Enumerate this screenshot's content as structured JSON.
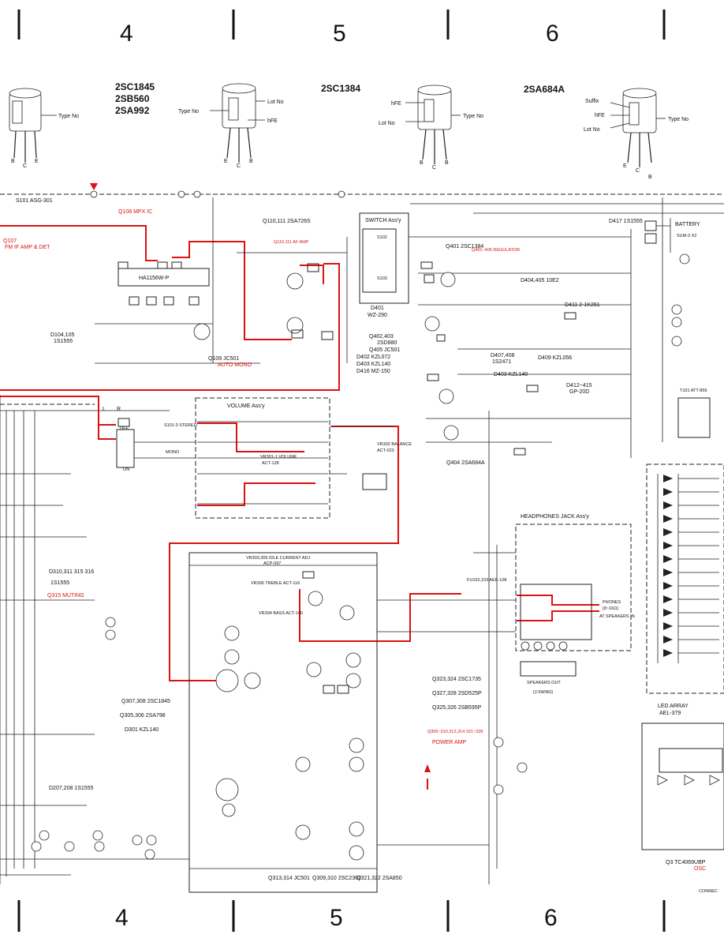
{
  "grid": {
    "columns_top": [
      "4",
      "5",
      "6"
    ],
    "columns_bottom": [
      "4",
      "5",
      "6"
    ]
  },
  "transistor_legend": [
    {
      "parts": [
        "2SC1845",
        "2SB560",
        "2SA992"
      ],
      "callouts": [
        "Type No",
        "Lot No",
        "hFE"
      ]
    },
    {
      "parts": [
        "2SC1384"
      ],
      "callouts": [
        "hFE",
        "Lot No",
        "Type No"
      ]
    },
    {
      "parts": [
        "2SA684A"
      ],
      "callouts": [
        "Suffix",
        "hFE",
        "Lot No",
        "Type No"
      ]
    }
  ],
  "pins": {
    "left": [
      "B",
      "C",
      "E"
    ],
    "mid1": [
      "E",
      "C",
      "B"
    ],
    "mid2": [
      "B",
      "C",
      "B"
    ],
    "right": [
      "E",
      "C",
      "B"
    ]
  },
  "assemblies": {
    "switch": {
      "title": "SWITCH Ass'y",
      "parts": [
        "S102",
        "S103",
        "D401",
        "WZ-290"
      ]
    },
    "volume": {
      "title": "VOLUME Ass'y",
      "parts": [
        "VR301-1 VOLUME",
        "ACT-128",
        "VR302 BALANCE",
        "ACT-023"
      ]
    },
    "headphones": {
      "title": "HEADPHONES JACK Ass'y",
      "parts": [
        "PHONES",
        "(8~16Ω)",
        "AT SPEAKERS IN",
        "SPEAKERS OUT",
        "(2.5W/8Ω)"
      ]
    }
  },
  "annotations": {
    "battery": "BATTERY",
    "battery_part": "SUM-3 X2",
    "q108": "Q108 MPX IC",
    "ic108": "HA1156W-P",
    "q109": "Q109 JC501",
    "auto_mono": "AUTO MONO",
    "q110": "Q110,111 2SA726S",
    "q110_red": "Q110,111 AF AMP",
    "q107": "Q107",
    "fm_if": "FM IF AMP & DET",
    "d104": "D104,105",
    "d104b": "1S1555",
    "q401": "Q401 2SC1384",
    "q401_red": "Q401~405 REGULATOR",
    "d404": "D404,405 10E2",
    "d411": "D411 2-1K261",
    "d412": "D412~415",
    "d412b": "GP-20D",
    "q402": "Q402,403",
    "q402b": "2SD880",
    "q405": "Q405 JC501",
    "d402": "D402 KZL072",
    "d403": "D403 KZL140",
    "d416": "D416 MZ-150",
    "d407": "D407,408",
    "d407b": "1S2471",
    "d409": "D409 KZL056",
    "d403b": "D403 KZL140",
    "q404": "Q404 2SA684A",
    "d417": "D417 1S1555",
    "vr303": "VR303,306 IDLE CURRENT ADJ",
    "vr303b": "ACP-097",
    "q323": "Q323,324 2SC1735",
    "q327": "Q327,328 2SD525P",
    "q325": "Q325,326 2SB595P",
    "q305_red": "Q305~310,313,314 321~328",
    "power_amp": "POWER AMP",
    "q307": "Q307,308 2SC1845",
    "q305": "Q305,306 2SA798",
    "d301": "D301 KZL140",
    "q313": "Q313,314 JC501",
    "q309": "Q309,310 2SC2362",
    "q321": "Q321,322 2SA850",
    "d207": "D207,208 1S1555",
    "d310": "D310,311 315 316",
    "d310b": "1S1555",
    "q315": "Q315 MUTING",
    "led_array": "LED ARRAY",
    "led_array_b": "AEL-379",
    "q3": "Q3 TC4069UBP",
    "osc": "OSC",
    "connect": "CONNEC",
    "s101": "S101 ASG-301",
    "s101_stereo": "S101-3 STEREO",
    "mono": "MONO",
    "on": "ON",
    "off": "OFF",
    "vr304": "VR304 BASS ACT-140",
    "vr305": "VR305 TREBLE ACT-116",
    "t101": "T101 ATT-859",
    "fu": "FU102,103 AEK-108",
    "r_l": "L",
    "r_r": "R"
  },
  "colors": {
    "wire": "#222222",
    "signal": "#dd1111",
    "paper": "#ffffff"
  }
}
